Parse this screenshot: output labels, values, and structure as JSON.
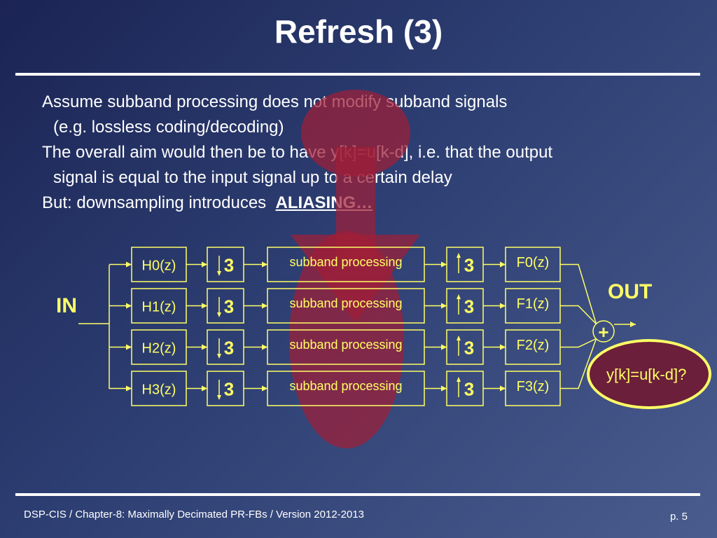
{
  "slide": {
    "title": "Refresh (3)",
    "bullets": {
      "line1": "Assume subband processing does not modify subband signals",
      "line2": "(e.g.  lossless coding/decoding)",
      "line3": "The overall aim would then be to have  y[k]=u[k-d], i.e. that the output",
      "line4": "signal is equal to the input signal up to a certain delay",
      "line5_prefix": "But: downsampling introduces ",
      "line5_emph": "ALIASING…"
    },
    "footer": "DSP-CIS  /  Chapter-8: Maximally Decimated PR-FBs  /  Version 2012-2013",
    "page": "p. 5"
  },
  "diagram": {
    "input_label": "IN",
    "output_label": "OUT",
    "sum_label": "+",
    "question": "y[k]=u[k-d]?",
    "decimation_factor": "3",
    "channels": [
      {
        "analysis": "H0(z)",
        "processing": "subband processing",
        "synthesis": "F0(z)"
      },
      {
        "analysis": "H1(z)",
        "processing": "subband processing",
        "synthesis": "F1(z)"
      },
      {
        "analysis": "H2(z)",
        "processing": "subband processing",
        "synthesis": "F2(z)"
      },
      {
        "analysis": "H3(z)",
        "processing": "subband processing",
        "synthesis": "F3(z)"
      }
    ],
    "colors": {
      "line": "#ffff66",
      "label": "#ffff66",
      "arrow_overlay": "#a01f38",
      "ellipse_fill": "#6b1f3a"
    }
  }
}
